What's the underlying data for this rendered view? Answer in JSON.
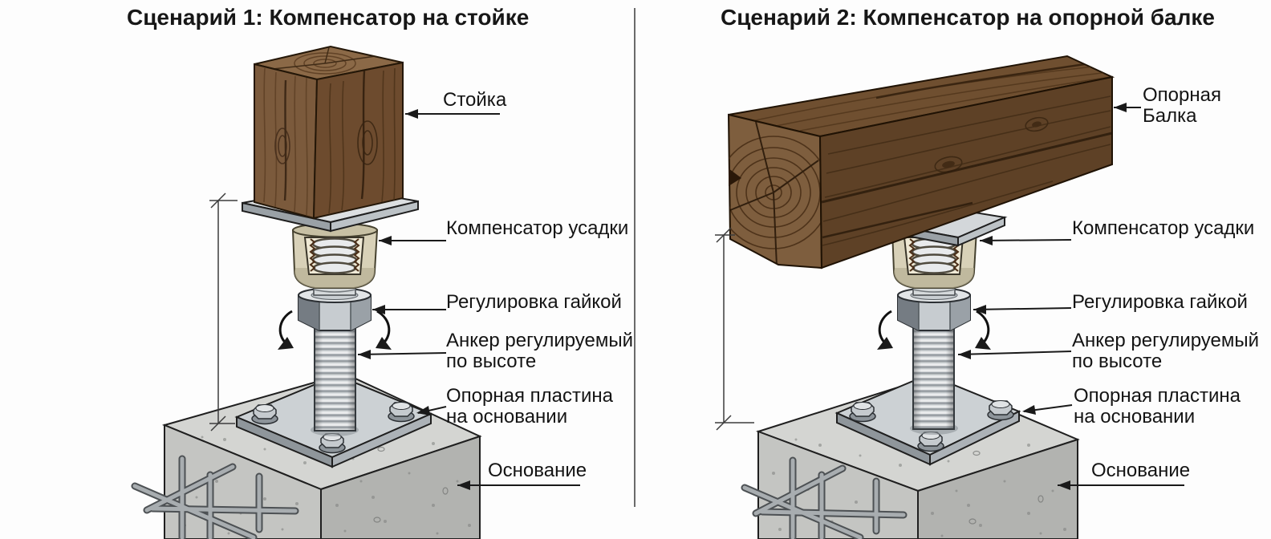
{
  "scenario1": {
    "title": "Сценарий 1: Компенсатор на стойке",
    "labels": {
      "post": "Стойка",
      "compensator": "Компенсатор усадки",
      "nut": "Регулировка гайкой",
      "anchor": "Анкер регулируемый\nпо высоте",
      "plate": "Опорная пластина\nна основании",
      "base": "Основание"
    }
  },
  "scenario2": {
    "title": "Сценарий 2: Компенсатор на опорной балке",
    "labels": {
      "beam": "Опорная\nБалка",
      "compensator": "Компенсатор усадки",
      "nut": "Регулировка гайкой",
      "anchor": "Анкер регулируемый\nпо высоте",
      "plate": "Опорная пластина\nна основании",
      "base": "Основание"
    }
  },
  "colors": {
    "wood_post": "#7b5a3c",
    "wood_beam": "#5e4126",
    "compensator_body": "#d8d1b8",
    "steel": "#c6cbcf",
    "concrete": "#c9cac8",
    "callout_line": "#1a1a1a"
  }
}
